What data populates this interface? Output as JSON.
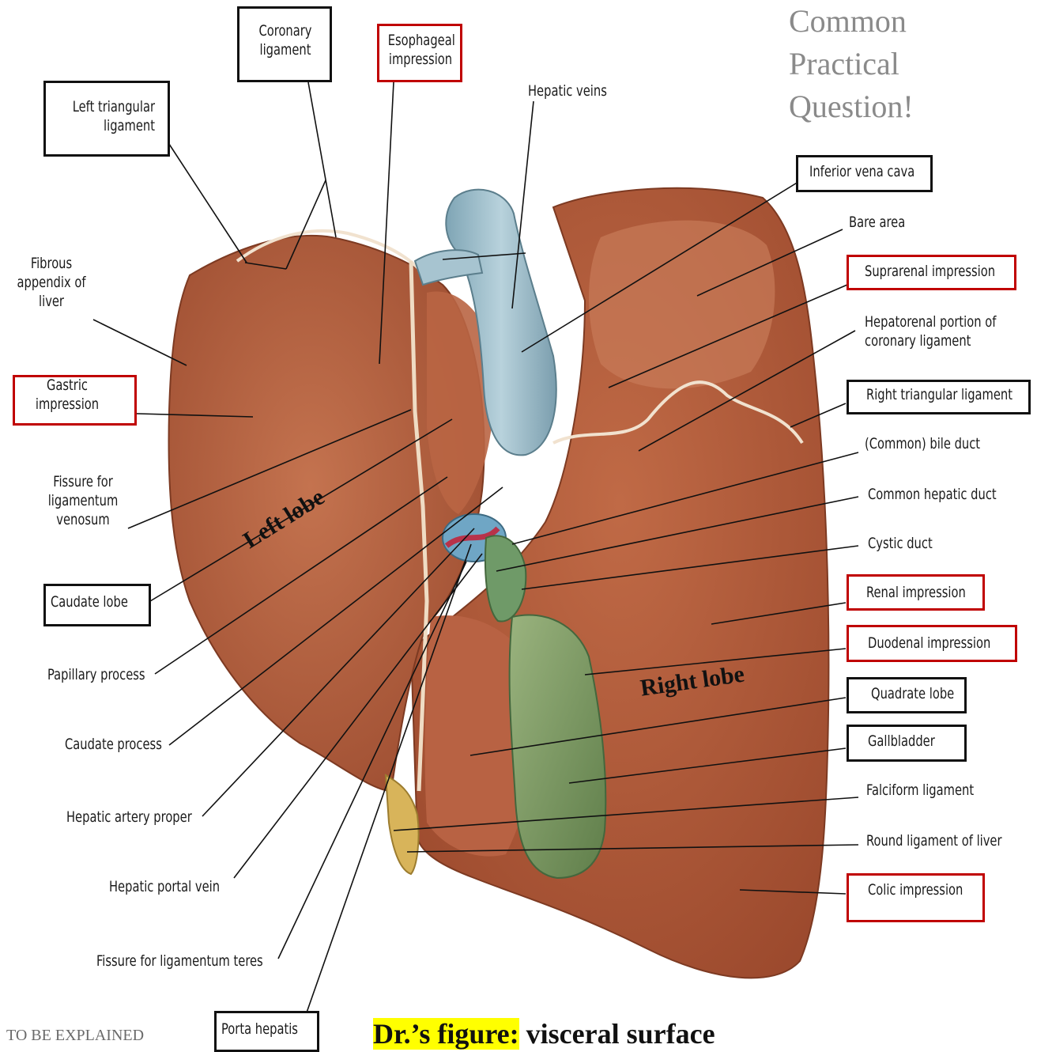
{
  "labels": {
    "coronary_ligament": "Coronary\nligament",
    "esophageal_impression": "Esophageal\nimpression",
    "left_triangular_ligament": "Left triangular\nligament",
    "hepatic_veins": "Hepatic veins",
    "inferior_vena_cava": "Inferior vena cava",
    "bare_area": "Bare area",
    "fibrous_appendix": "Fibrous\nappendix of\nliver",
    "suprarenal_impression": "Suprarenal impression",
    "hepatorenal_portion": "Hepatorenal portion of\ncoronary ligament",
    "gastric_impression": "Gastric\nimpression",
    "right_triangular_ligament": "Right triangular ligament",
    "common_bile_duct": "(Common) bile duct",
    "fissure_lig_venosum": "Fissure for\nligamentum\nvenosum",
    "common_hepatic_duct": "Common hepatic duct",
    "cystic_duct": "Cystic duct",
    "caudate_lobe": "Caudate lobe",
    "renal_impression": "Renal impression",
    "duodenal_impression": "Duodenal impression",
    "papillary_process": "Papillary process",
    "quadrate_lobe": "Quadrate lobe",
    "caudate_process": "Caudate process",
    "gallbladder": "Gallbladder",
    "falciform_ligament": "Falciform ligament",
    "hepatic_artery_proper": "Hepatic artery proper",
    "round_ligament": "Round ligament of liver",
    "hepatic_portal_vein": "Hepatic portal vein",
    "colic_impression": "Colic impression",
    "fissure_lig_teres": "Fissure for ligamentum teres",
    "porta_hepatis": "Porta hepatis"
  },
  "lobes": {
    "left": "Left  lobe",
    "right": "Right lobe"
  },
  "note": "Common\nPractical\nQuestion!",
  "footer_left": "TO BE EXPLAINED",
  "caption": {
    "highlight": "Dr.’s figure:",
    "rest": " visceral surface"
  },
  "colors": {
    "liver": "#b5603e",
    "ivc": "#9fbfcc",
    "gallbladder": "#7e9a66",
    "red_box": "#c00000",
    "black_box": "#111111",
    "highlight": "#ffff00"
  }
}
